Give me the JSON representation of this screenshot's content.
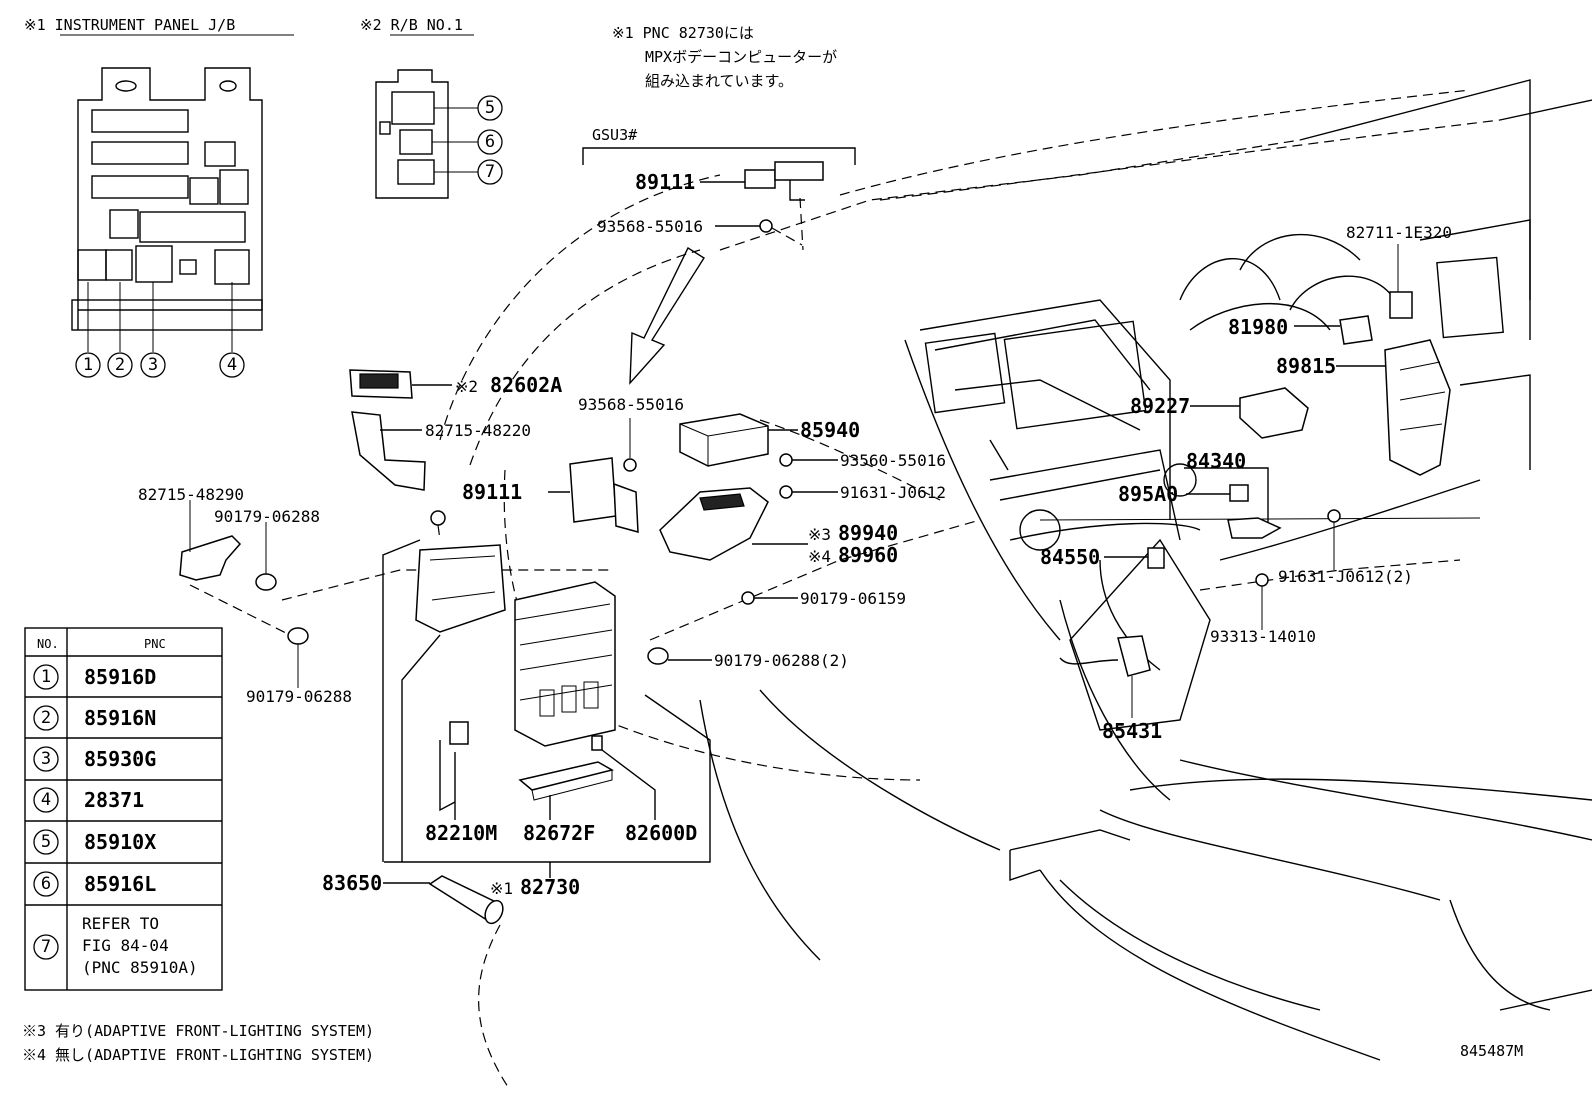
{
  "headers": {
    "instrument_panel_jb": "※1 INSTRUMENT PANEL J/B",
    "rb_no1": "※2 R/B NO.1",
    "note_pnc": [
      "※1 PNC 82730には",
      "MPXボデーコンピューターが",
      "組み込まれています。"
    ],
    "gsu3": "GSU3#"
  },
  "callouts": {
    "p89111_top": "89111",
    "p93568_top": "93568-55016",
    "p93568_mid": "93568-55016",
    "p82602a_mark": "※2",
    "p82602a": "82602A",
    "p82715_48220": "82715-48220",
    "p82715_48290": "82715-48290",
    "p90179_06288_a": "90179-06288",
    "p90179_06288_b": "90179-06288",
    "p85940": "85940",
    "p93560": "93560-55016",
    "p89111_mid": "89111",
    "p91631_a": "91631-J0612",
    "p89940_mark": "※3",
    "p89940": "89940",
    "p89960_mark": "※4",
    "p89960": "89960",
    "p90179_06159": "90179-06159",
    "p90179_06288_2": "90179-06288(2)",
    "p82210m": "82210M",
    "p82672f": "82672F",
    "p82600d": "82600D",
    "p83650": "83650",
    "p82730_mark": "※1",
    "p82730": "82730",
    "p82711": "82711-1E320",
    "p81980": "81980",
    "p89815": "89815",
    "p89227": "89227",
    "p84340": "84340",
    "p895a0": "895A0",
    "p84550": "84550",
    "p91631_b": "91631-J0612(2)",
    "p93313": "93313-14010",
    "p85431": "85431"
  },
  "jb_numbers": [
    "1",
    "2",
    "3",
    "4"
  ],
  "rb_numbers": [
    "5",
    "6",
    "7"
  ],
  "pnc_table": {
    "col_no": "NO.",
    "col_pnc": "PNC",
    "rows": [
      {
        "no": "1",
        "pnc": [
          "85916D"
        ]
      },
      {
        "no": "2",
        "pnc": [
          "85916N"
        ]
      },
      {
        "no": "3",
        "pnc": [
          "85930G"
        ]
      },
      {
        "no": "4",
        "pnc": [
          "28371"
        ]
      },
      {
        "no": "5",
        "pnc": [
          "85910X"
        ]
      },
      {
        "no": "6",
        "pnc": [
          "85916L"
        ]
      },
      {
        "no": "7",
        "pnc": [
          "REFER TO",
          "FIG 84-04",
          "(PNC 85910A)"
        ]
      }
    ]
  },
  "footnotes": {
    "note3": "※3 有り(ADAPTIVE FRONT-LIGHTING SYSTEM)",
    "note4": "※4 無し(ADAPTIVE FRONT-LIGHTING SYSTEM)"
  },
  "figure_id": "845487M"
}
